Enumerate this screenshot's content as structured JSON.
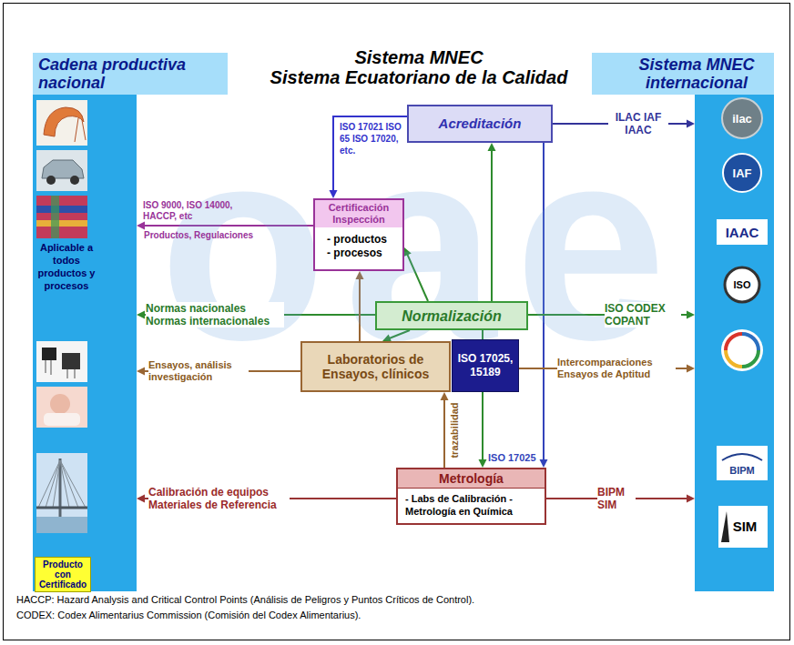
{
  "diagram": {
    "title": "Sistema MNEC",
    "nodes": [
      {
        "text": [
          "Cadena productiva nacional",
          "Aplicable a todos productos y procesos"
        ]
      },
      {
        "text": [
          "Producto con Certificado"
        ],
        "in": 0
      },
      {
        "text": [
          "Acreditación"
        ]
      },
      {
        "text": [
          "Certificación Inspección",
          "- productos - procesos"
        ]
      },
      {
        "text": [
          "Normalización"
        ]
      },
      {
        "text": [
          "Laboratorios de Ensayos, clínicos"
        ]
      },
      {
        "text": [
          "ISO 17025, 15189"
        ]
      },
      {
        "text": [
          "Metrología",
          "- Labs de Calibración - Metrología en Química"
        ]
      },
      {
        "text": [
          "Sistema MNEC internacional"
        ]
      }
    ],
    "edges": [
      {
        "from": 2,
        "to": 8,
        "label": "ILAC IAF IAAC",
        "arrow": "to"
      },
      {
        "from": 2,
        "to": 3,
        "label": "ISO 17021 ISO 65 ISO 17020, etc.",
        "arrow": "to"
      },
      {
        "from": 2,
        "to": 7,
        "label": "ISO 17025",
        "arrow": "to"
      },
      {
        "from": 4,
        "to": 2,
        "arrow": "to"
      },
      {
        "from": 4,
        "to": 3,
        "arrow": "to"
      },
      {
        "from": 4,
        "to": 5,
        "arrow": "to"
      },
      {
        "from": 4,
        "to": 7,
        "arrow": "to"
      },
      {
        "from": 4,
        "to": 0,
        "label": "Normas nacionales Normas internacionales",
        "arrow": "to"
      },
      {
        "from": 4,
        "to": 8,
        "label": "ISO CODEX COPANT",
        "arrow": "to"
      },
      {
        "from": 3,
        "to": 0,
        "label": "ISO 9000, ISO 14000, HACCP, etc",
        "arrow": "to"
      },
      {
        "from": 5,
        "to": 3,
        "arrow": "to"
      },
      {
        "from": 5,
        "to": 0,
        "label": "Ensayos, análisis investigación",
        "arrow": "to"
      },
      {
        "from": 6,
        "to": 8,
        "label": "Intercomparaciones Ensayos de Aptitud",
        "arrow": "to"
      },
      {
        "from": 7,
        "to": 5,
        "label": "trazabilidad",
        "arrow": "to"
      },
      {
        "from": 7,
        "to": 0,
        "label": "Calibración de equipos Materiales de Referencia",
        "arrow": "to"
      },
      {
        "from": 7,
        "to": 8,
        "label": "BIPM SIM",
        "arrow": "to"
      }
    ],
    "labels": [
      "Sistema Ecuatoriano de la Calidad",
      "Productos, Regulaciones",
      "ilac",
      "IAF",
      "IAAC",
      "ISO",
      "BIPM",
      "SIM",
      "oae",
      "HACCP: Hazard Analysis and Critical Control Points (Análisis de Peligros y Puntos Críticos de Control).",
      "CODEX: Codex Alimentarius Commission (Comisión del Codex Alimentarius)."
    ]
  }
}
